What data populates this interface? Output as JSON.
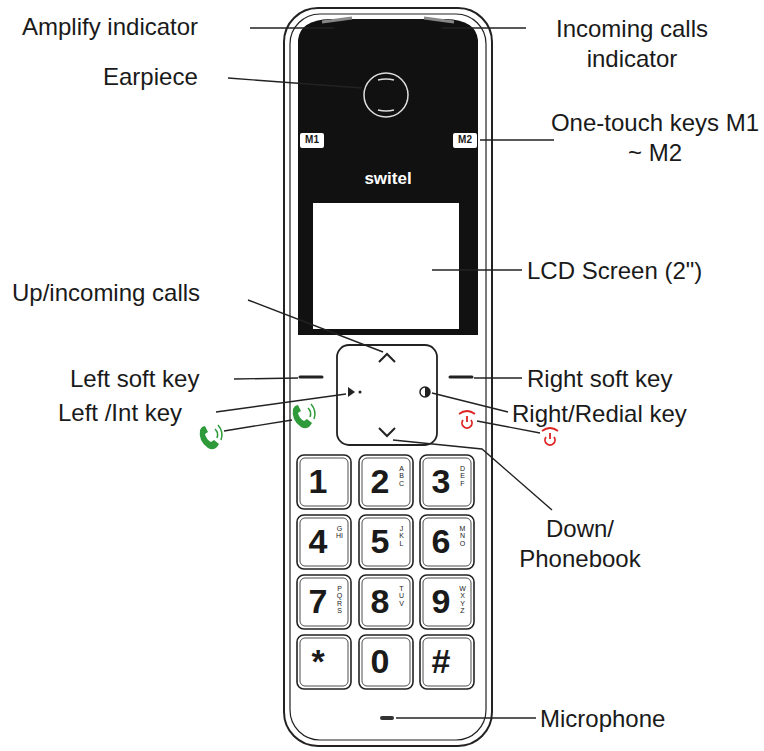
{
  "diagram": {
    "labels": [
      "Amplify indicator",
      "Incoming calls indicator",
      "Earpiece",
      "One-touch keys M1 ~ M2",
      "LCD Screen (2\")",
      "Up/incoming calls",
      "Left soft key",
      "Left /Int key",
      "Right soft key",
      "Right/Redial key",
      "Down/ Phonebook",
      "Microphone",
      "M1",
      "M2",
      "switel",
      "1",
      "2",
      "3",
      "4",
      "5",
      "6",
      "7",
      "8",
      "9",
      "*",
      "0",
      "#",
      "ABC",
      "DEF",
      "GHI",
      "JKL",
      "MNO",
      "PQRS",
      "TUV",
      "WXYZ"
    ]
  }
}
